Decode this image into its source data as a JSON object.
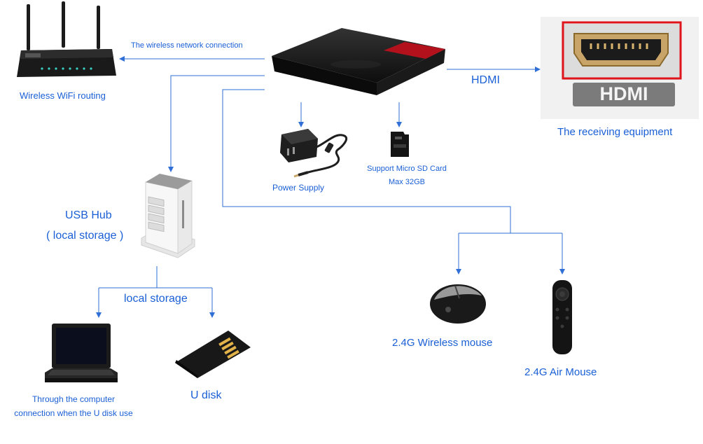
{
  "labels": {
    "wireless_link": "The wireless network connection",
    "router": "Wireless WiFi routing",
    "hdmi": "HDMI",
    "hdmi_port_text": "HDMI",
    "receiver": "The receiving equipment",
    "power": "Power Supply",
    "sd_line1": "Support Micro SD Card",
    "sd_line2": "Max 32GB",
    "usb_hub": "USB Hub",
    "usb_hub_sub": "( local storage )",
    "local_storage": "local storage",
    "computer_line1": "Through the computer",
    "computer_line2": "connection when the U disk use",
    "udisk": "U disk",
    "wireless_mouse": "2.4G Wireless mouse",
    "air_mouse": "2.4G Air Mouse"
  },
  "colors": {
    "line": "#2f6fd6",
    "text": "#1a5fd6",
    "box_body": "#151515",
    "box_accent": "#b3121c",
    "highlight": "#e0141c"
  }
}
